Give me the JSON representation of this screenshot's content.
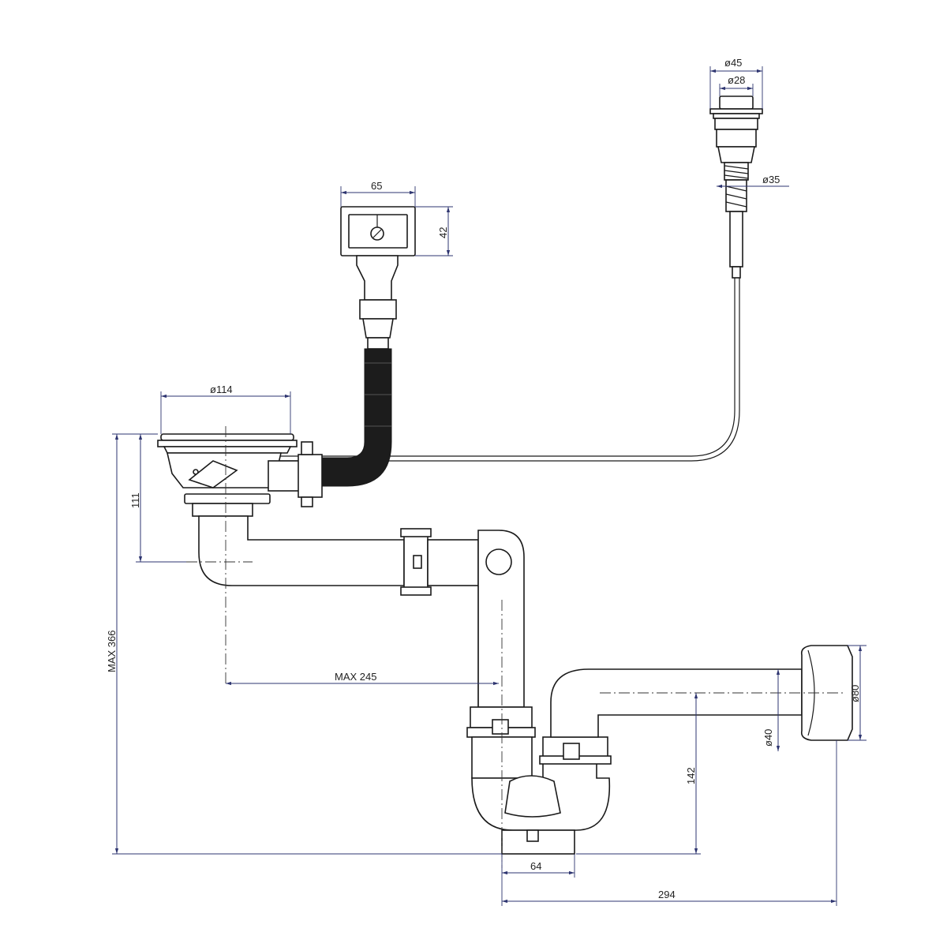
{
  "dimensions": {
    "overflow_outer_diameter": "ø45",
    "overflow_button_diameter": "ø28",
    "overflow_thread_diameter": "ø35",
    "overflow_plate_width": "65",
    "overflow_plate_height": "42",
    "strainer_diameter": "ø114",
    "strainer_depth": "111",
    "max_height": "MAX  366",
    "max_horizontal": "MAX  245",
    "trap_height": "142",
    "outlet_pipe_diameter": "ø40",
    "wall_flange_diameter": "ø80",
    "trap_width": "64",
    "trap_to_wall": "294"
  },
  "colors": {
    "line": "#1a1a1a",
    "dimension_line": "#2e3570",
    "hose": "#1c1c1c",
    "background": "#ffffff"
  }
}
